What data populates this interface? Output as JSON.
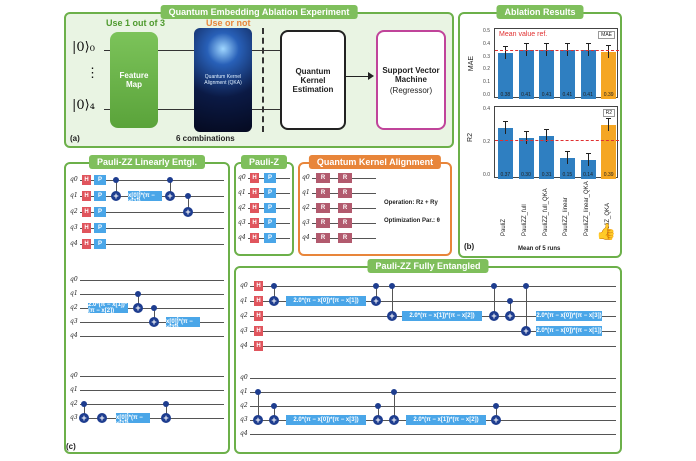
{
  "panel_a": {
    "title": "Quantum Embedding Ablation Experiment",
    "use_1_of_3": "Use 1 out of 3",
    "use_or_not": "Use or not",
    "ket_top": "|0⟩₀",
    "ket_bottom": "|0⟩₄",
    "dots": "⋮",
    "feature_map": "Feature\nMap",
    "qka_label": "Quantum Kernel Alignment (QKA)",
    "kernel_estimation": "Quantum Kernel Estimation",
    "svm_title": "Support Vector Machine",
    "svm_sub": "(Regressor)",
    "combinations": "6 combinations",
    "tag": "(a)"
  },
  "panel_b": {
    "title": "Ablation Results",
    "mean_ref": "Mean value ref.",
    "tag": "(b)",
    "footer": "Mean of 5 runs",
    "mae_label": "MAE",
    "r2_label": "R2",
    "mae_legend": "MAE",
    "r2_legend": "R2",
    "categories": [
      "PauliZ",
      "PauliZZ_full",
      "PauliZZ_full_QKA",
      "PauliZZ_linear",
      "PauliZZ_linear_QKA",
      "PauliZ_QKA"
    ],
    "mae_values": [
      0.38,
      0.41,
      0.41,
      0.41,
      0.41,
      0.39
    ],
    "r2_values": [
      0.37,
      0.3,
      0.31,
      0.15,
      0.14,
      0.39
    ],
    "mae_ticks": [
      "0.5",
      "0.4",
      "0.3",
      "0.2",
      "0.1",
      "0.0"
    ],
    "r2_ticks": [
      "0.4",
      "0.2",
      "0.0"
    ],
    "thumbs": "👍"
  },
  "panel_c": {
    "linear_title": "Pauli-ZZ Linearly Entgl.",
    "pauliz_title": "Pauli-Z",
    "qka_title": "Quantum Kernel Alignment",
    "full_title": "Pauli-ZZ Fully Entangled",
    "operation": "Operation: Rz + Ry",
    "optimization": "Optimization Par.: θ",
    "tag": "(c)",
    "gate_h": "H",
    "gate_p": "P",
    "full_gate_text": "2.0*(π − x[0])*(π − x[1])",
    "full_gate_text2": "2.0*(π − x[1])*(π − x[2])",
    "full_gate_text3": "2.0*(π − x[0])*(π − x[3])",
    "q_labels": [
      "q0",
      "q1",
      "q2",
      "q3",
      "q4"
    ]
  },
  "colors": {
    "green": "#6cb04a",
    "orange": "#e8853a",
    "blue_bar": "#2f7fc1",
    "orange_bar": "#f5a623",
    "red_text": "#e03030"
  }
}
